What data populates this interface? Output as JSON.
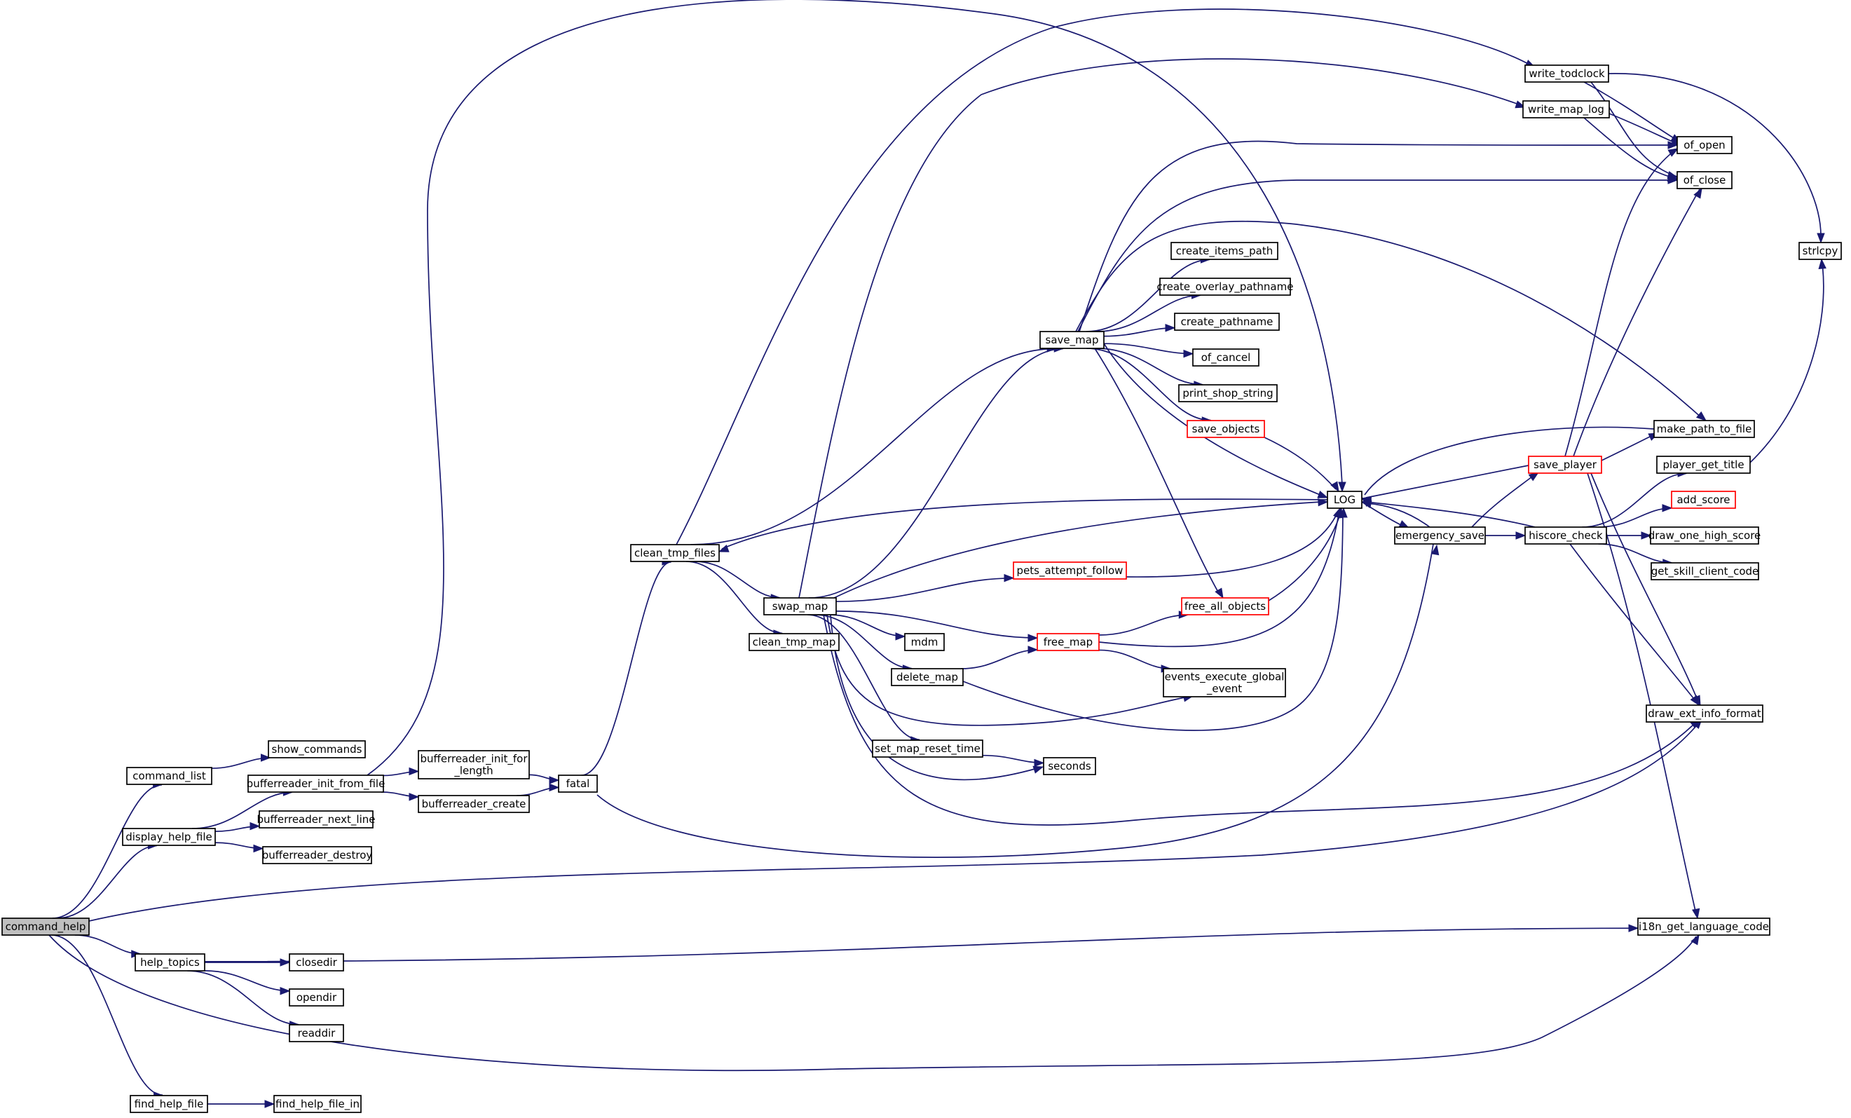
{
  "graph": {
    "title": "",
    "edge_color": "#191970",
    "truncated_border_color": "#ff0000",
    "root_fill": "#bfbfbf",
    "nodes": [
      {
        "id": "command_help",
        "label": [
          "command_help"
        ],
        "root": true
      },
      {
        "id": "command_list",
        "label": [
          "command_list"
        ]
      },
      {
        "id": "show_commands",
        "label": [
          "show_commands"
        ]
      },
      {
        "id": "display_help_file",
        "label": [
          "display_help_file"
        ]
      },
      {
        "id": "bufferreader_init_from_file",
        "label": [
          "bufferreader_init_from_file"
        ]
      },
      {
        "id": "bufferreader_init_for_length",
        "label": [
          "bufferreader_init_for",
          "_length"
        ]
      },
      {
        "id": "bufferreader_create",
        "label": [
          "bufferreader_create"
        ]
      },
      {
        "id": "bufferreader_next_line",
        "label": [
          "bufferreader_next_line"
        ]
      },
      {
        "id": "bufferreader_destroy",
        "label": [
          "bufferreader_destroy"
        ]
      },
      {
        "id": "fatal",
        "label": [
          "fatal"
        ]
      },
      {
        "id": "clean_tmp_files",
        "label": [
          "clean_tmp_files"
        ]
      },
      {
        "id": "swap_map",
        "label": [
          "swap_map"
        ]
      },
      {
        "id": "clean_tmp_map",
        "label": [
          "clean_tmp_map"
        ]
      },
      {
        "id": "save_map",
        "label": [
          "save_map"
        ]
      },
      {
        "id": "create_items_path",
        "label": [
          "create_items_path"
        ]
      },
      {
        "id": "create_overlay_pathname",
        "label": [
          "create_overlay_pathname"
        ]
      },
      {
        "id": "create_pathname",
        "label": [
          "create_pathname"
        ]
      },
      {
        "id": "of_cancel",
        "label": [
          "of_cancel"
        ]
      },
      {
        "id": "print_shop_string",
        "label": [
          "print_shop_string"
        ]
      },
      {
        "id": "save_objects",
        "label": [
          "save_objects"
        ],
        "truncated": true
      },
      {
        "id": "LOG",
        "label": [
          "LOG"
        ]
      },
      {
        "id": "pets_attempt_follow",
        "label": [
          "pets_attempt_follow"
        ],
        "truncated": true
      },
      {
        "id": "free_all_objects",
        "label": [
          "free_all_objects"
        ],
        "truncated": true
      },
      {
        "id": "mdm",
        "label": [
          "mdm"
        ]
      },
      {
        "id": "free_map",
        "label": [
          "free_map"
        ],
        "truncated": true
      },
      {
        "id": "delete_map",
        "label": [
          "delete_map"
        ]
      },
      {
        "id": "events_execute_global_event",
        "label": [
          "events_execute_global",
          "_event"
        ]
      },
      {
        "id": "set_map_reset_time",
        "label": [
          "set_map_reset_time"
        ]
      },
      {
        "id": "seconds",
        "label": [
          "seconds"
        ]
      },
      {
        "id": "emergency_save",
        "label": [
          "emergency_save"
        ]
      },
      {
        "id": "hiscore_check",
        "label": [
          "hiscore_check"
        ]
      },
      {
        "id": "save_player",
        "label": [
          "save_player"
        ],
        "truncated": true
      },
      {
        "id": "write_todclock",
        "label": [
          "write_todclock"
        ]
      },
      {
        "id": "write_map_log",
        "label": [
          "write_map_log"
        ]
      },
      {
        "id": "of_open",
        "label": [
          "of_open"
        ]
      },
      {
        "id": "of_close",
        "label": [
          "of_close"
        ]
      },
      {
        "id": "strlcpy",
        "label": [
          "strlcpy"
        ]
      },
      {
        "id": "make_path_to_file",
        "label": [
          "make_path_to_file"
        ]
      },
      {
        "id": "player_get_title",
        "label": [
          "player_get_title"
        ]
      },
      {
        "id": "add_score",
        "label": [
          "add_score"
        ],
        "truncated": true
      },
      {
        "id": "draw_one_high_score",
        "label": [
          "draw_one_high_score"
        ]
      },
      {
        "id": "get_skill_client_code",
        "label": [
          "get_skill_client_code"
        ]
      },
      {
        "id": "draw_ext_info_format",
        "label": [
          "draw_ext_info_format"
        ]
      },
      {
        "id": "i18n_get_language_code",
        "label": [
          "i18n_get_language_code"
        ]
      },
      {
        "id": "help_topics",
        "label": [
          "help_topics"
        ]
      },
      {
        "id": "closedir",
        "label": [
          "closedir"
        ]
      },
      {
        "id": "opendir",
        "label": [
          "opendir"
        ]
      },
      {
        "id": "readdir",
        "label": [
          "readdir"
        ]
      },
      {
        "id": "find_help_file",
        "label": [
          "find_help_file"
        ]
      },
      {
        "id": "find_help_file_in",
        "label": [
          "find_help_file_in"
        ]
      }
    ],
    "edges": [
      [
        "command_help",
        "command_list"
      ],
      [
        "command_help",
        "display_help_file"
      ],
      [
        "command_help",
        "draw_ext_info_format"
      ],
      [
        "command_help",
        "help_topics"
      ],
      [
        "command_help",
        "i18n_get_language_code"
      ],
      [
        "command_help",
        "find_help_file"
      ],
      [
        "command_list",
        "show_commands"
      ],
      [
        "display_help_file",
        "bufferreader_init_from_file"
      ],
      [
        "display_help_file",
        "bufferreader_next_line"
      ],
      [
        "display_help_file",
        "bufferreader_destroy"
      ],
      [
        "bufferreader_init_from_file",
        "bufferreader_init_for_length"
      ],
      [
        "bufferreader_init_from_file",
        "bufferreader_create"
      ],
      [
        "bufferreader_init_from_file",
        "LOG"
      ],
      [
        "bufferreader_init_for_length",
        "fatal"
      ],
      [
        "bufferreader_create",
        "fatal"
      ],
      [
        "fatal",
        "clean_tmp_files"
      ],
      [
        "fatal",
        "emergency_save"
      ],
      [
        "clean_tmp_files",
        "swap_map"
      ],
      [
        "clean_tmp_files",
        "clean_tmp_map"
      ],
      [
        "clean_tmp_files",
        "save_map"
      ],
      [
        "clean_tmp_files",
        "write_todclock"
      ],
      [
        "swap_map",
        "save_map"
      ],
      [
        "swap_map",
        "LOG"
      ],
      [
        "swap_map",
        "pets_attempt_follow"
      ],
      [
        "swap_map",
        "free_map"
      ],
      [
        "swap_map",
        "mdm"
      ],
      [
        "swap_map",
        "delete_map"
      ],
      [
        "swap_map",
        "events_execute_global_event"
      ],
      [
        "swap_map",
        "set_map_reset_time"
      ],
      [
        "swap_map",
        "seconds"
      ],
      [
        "swap_map",
        "draw_ext_info_format"
      ],
      [
        "swap_map",
        "write_map_log"
      ],
      [
        "save_map",
        "create_items_path"
      ],
      [
        "save_map",
        "create_overlay_pathname"
      ],
      [
        "save_map",
        "create_pathname"
      ],
      [
        "save_map",
        "of_cancel"
      ],
      [
        "save_map",
        "print_shop_string"
      ],
      [
        "save_map",
        "save_objects"
      ],
      [
        "save_map",
        "LOG"
      ],
      [
        "save_map",
        "free_all_objects"
      ],
      [
        "save_map",
        "of_open"
      ],
      [
        "save_map",
        "of_close"
      ],
      [
        "save_map",
        "make_path_to_file"
      ],
      [
        "save_objects",
        "LOG"
      ],
      [
        "pets_attempt_follow",
        "LOG"
      ],
      [
        "free_all_objects",
        "LOG"
      ],
      [
        "free_map",
        "free_all_objects"
      ],
      [
        "free_map",
        "events_execute_global_event"
      ],
      [
        "free_map",
        "LOG"
      ],
      [
        "delete_map",
        "free_map"
      ],
      [
        "delete_map",
        "LOG"
      ],
      [
        "set_map_reset_time",
        "seconds"
      ],
      [
        "LOG",
        "clean_tmp_files"
      ],
      [
        "LOG",
        "emergency_save"
      ],
      [
        "emergency_save",
        "LOG"
      ],
      [
        "emergency_save",
        "save_player"
      ],
      [
        "emergency_save",
        "hiscore_check"
      ],
      [
        "hiscore_check",
        "LOG"
      ],
      [
        "hiscore_check",
        "player_get_title"
      ],
      [
        "hiscore_check",
        "add_score"
      ],
      [
        "hiscore_check",
        "draw_one_high_score"
      ],
      [
        "hiscore_check",
        "get_skill_client_code"
      ],
      [
        "hiscore_check",
        "draw_ext_info_format"
      ],
      [
        "save_player",
        "LOG"
      ],
      [
        "save_player",
        "of_open"
      ],
      [
        "save_player",
        "of_close"
      ],
      [
        "save_player",
        "make_path_to_file"
      ],
      [
        "save_player",
        "draw_ext_info_format"
      ],
      [
        "save_player",
        "i18n_get_language_code"
      ],
      [
        "write_todclock",
        "of_open"
      ],
      [
        "write_todclock",
        "of_close"
      ],
      [
        "write_todclock",
        "strlcpy"
      ],
      [
        "write_map_log",
        "of_open"
      ],
      [
        "write_map_log",
        "of_close"
      ],
      [
        "make_path_to_file",
        "LOG"
      ],
      [
        "player_get_title",
        "strlcpy"
      ],
      [
        "help_topics",
        "i18n_get_language_code"
      ],
      [
        "help_topics",
        "closedir"
      ],
      [
        "help_topics",
        "opendir"
      ],
      [
        "help_topics",
        "readdir"
      ],
      [
        "find_help_file",
        "find_help_file_in"
      ]
    ]
  }
}
